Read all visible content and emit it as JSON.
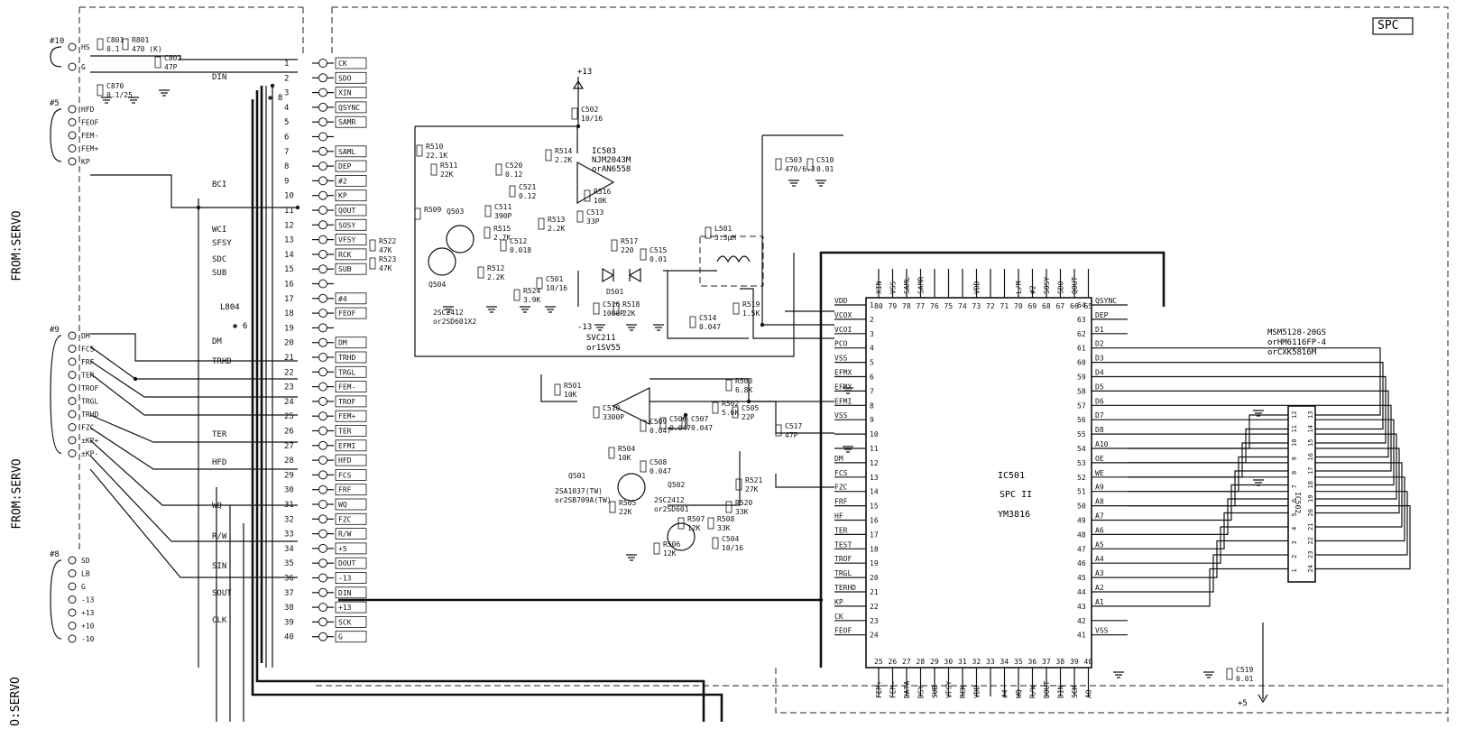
{
  "section_tag": "SPC",
  "side_labels": [
    "FROM:SERVO",
    "FROM:SERVO",
    "O:SERVO"
  ],
  "connector_groups": [
    {
      "id": "#10",
      "pins": [
        "HS",
        "G"
      ]
    },
    {
      "id": "#5",
      "pins": [
        "HFD",
        "FEOF",
        "FEM-",
        "FEM+",
        "KP"
      ]
    },
    {
      "id": "#9",
      "pins": [
        "DM",
        "FCS",
        "FRF",
        "TER",
        "TROF",
        "TRGL",
        "TRHD",
        "FZC",
        "±KP+",
        "±KP-"
      ]
    },
    {
      "id": "#8",
      "pins": [
        "SD",
        "LB",
        "G",
        "-13",
        "+13",
        "+10",
        "-10"
      ]
    }
  ],
  "cn_left_labels": [
    "DIN",
    "BCI",
    "WCI",
    "SFSY",
    "SDC",
    "SUB",
    "DM",
    "TRHD",
    "TER",
    "HFD",
    "WQ",
    "R/W",
    "SIN",
    "SOUT",
    "CLK"
  ],
  "l804": {
    "ref": "L804",
    "note": "✱ 6"
  },
  "mid_note": "✱ 8",
  "cn_pins": [
    {
      "n": "1",
      "name": "CK"
    },
    {
      "n": "2",
      "name": "SDO"
    },
    {
      "n": "3",
      "name": "XIN"
    },
    {
      "n": "4",
      "name": "QSYNC"
    },
    {
      "n": "5",
      "name": "SAMR"
    },
    {
      "n": "6",
      "name": ""
    },
    {
      "n": "7",
      "name": "SAML"
    },
    {
      "n": "8",
      "name": "DEP"
    },
    {
      "n": "9",
      "name": "#2"
    },
    {
      "n": "10",
      "name": "KP"
    },
    {
      "n": "11",
      "name": "QOUT"
    },
    {
      "n": "12",
      "name": "SOSY"
    },
    {
      "n": "13",
      "name": "VFSY"
    },
    {
      "n": "14",
      "name": "RCK"
    },
    {
      "n": "15",
      "name": "SUB"
    },
    {
      "n": "16",
      "name": ""
    },
    {
      "n": "17",
      "name": "#4"
    },
    {
      "n": "18",
      "name": "FEOF"
    },
    {
      "n": "19",
      "name": ""
    },
    {
      "n": "20",
      "name": "DM"
    },
    {
      "n": "21",
      "name": "TRHD"
    },
    {
      "n": "22",
      "name": "TRGL"
    },
    {
      "n": "23",
      "name": "FEM-"
    },
    {
      "n": "24",
      "name": "TROF"
    },
    {
      "n": "25",
      "name": "FEM+"
    },
    {
      "n": "26",
      "name": "TER"
    },
    {
      "n": "27",
      "name": "EFMI"
    },
    {
      "n": "28",
      "name": "HFD"
    },
    {
      "n": "29",
      "name": "FCS"
    },
    {
      "n": "30",
      "name": "FRF"
    },
    {
      "n": "31",
      "name": "WQ"
    },
    {
      "n": "32",
      "name": "FZC"
    },
    {
      "n": "33",
      "name": "R/W"
    },
    {
      "n": "34",
      "name": "+5"
    },
    {
      "n": "35",
      "name": "DOUT"
    },
    {
      "n": "36",
      "name": "-13"
    },
    {
      "n": "37",
      "name": "DIN"
    },
    {
      "n": "38",
      "name": "+13"
    },
    {
      "n": "39",
      "name": "SCK"
    },
    {
      "n": "40",
      "name": "G"
    }
  ],
  "components": [
    {
      "ref": "C801",
      "value": "0.1"
    },
    {
      "ref": "R801",
      "value": "470 (K)"
    },
    {
      "ref": "C802",
      "value": "47P"
    },
    {
      "ref": "C870",
      "value": "0.1/25"
    },
    {
      "ref": "R510",
      "value": "22.1K"
    },
    {
      "ref": "R511",
      "value": "22K"
    },
    {
      "ref": "R509",
      "value": ""
    },
    {
      "ref": "C520",
      "value": "0.12"
    },
    {
      "ref": "C511",
      "value": "390P"
    },
    {
      "ref": "C521",
      "value": "0.12"
    },
    {
      "ref": "R514",
      "value": "2.2K"
    },
    {
      "ref": "R515",
      "value": "2.7K"
    },
    {
      "ref": "R513",
      "value": "2.2K"
    },
    {
      "ref": "R516",
      "value": "10K"
    },
    {
      "ref": "C513",
      "value": "33P"
    },
    {
      "ref": "C502",
      "value": "10/16"
    },
    {
      "ref": "R522",
      "value": "47K"
    },
    {
      "ref": "R523",
      "value": "47K"
    },
    {
      "ref": "R512",
      "value": "2.2K"
    },
    {
      "ref": "C512",
      "value": "0.018"
    },
    {
      "ref": "R524",
      "value": "3.9K"
    },
    {
      "ref": "C501",
      "value": "10/16"
    },
    {
      "ref": "R517",
      "value": "220"
    },
    {
      "ref": "C515",
      "value": "0.01"
    },
    {
      "ref": "C516",
      "value": "1000P"
    },
    {
      "ref": "R518",
      "value": "22K"
    },
    {
      "ref": "L501",
      "value": "3.3µH"
    },
    {
      "ref": "C514",
      "value": "0.047"
    },
    {
      "ref": "R519",
      "value": "1.5K"
    },
    {
      "ref": "C503",
      "value": "470/6.3"
    },
    {
      "ref": "C510",
      "value": "0.01"
    },
    {
      "ref": "R501",
      "value": "10K"
    },
    {
      "ref": "C510",
      "value": "3300P"
    },
    {
      "ref": "C509",
      "value": "0.047"
    },
    {
      "ref": "R504",
      "value": "10K"
    },
    {
      "ref": "C508",
      "value": "0.047"
    },
    {
      "ref": "C506",
      "value": "0.047"
    },
    {
      "ref": "C507",
      "value": "0.047"
    },
    {
      "ref": "R503",
      "value": "6.8K"
    },
    {
      "ref": "R502",
      "value": "5.6K"
    },
    {
      "ref": "C505",
      "value": "22P"
    },
    {
      "ref": "C517",
      "value": "47P"
    },
    {
      "ref": "R521",
      "value": "27K"
    },
    {
      "ref": "R520",
      "value": "33K"
    },
    {
      "ref": "R505",
      "value": "22K"
    },
    {
      "ref": "R507",
      "value": "12K"
    },
    {
      "ref": "R508",
      "value": "33K"
    },
    {
      "ref": "R506",
      "value": "12K"
    },
    {
      "ref": "C504",
      "value": "10/16"
    },
    {
      "ref": "C519",
      "value": "0.01"
    }
  ],
  "transistors": [
    {
      "ref": "Q503",
      "type": "2SC2412",
      "alt": "or2SD601X2"
    },
    {
      "ref": "Q504",
      "type": "",
      "alt": ""
    },
    {
      "ref": "Q501",
      "type": "2SA1037(TW)",
      "alt": "or2SB709A(TW)"
    },
    {
      "ref": "Q502",
      "type": "2SC2412",
      "alt": "or2SD601"
    }
  ],
  "diode": {
    "ref": "D501",
    "type": "SVC211",
    "alt": "or1SV55"
  },
  "ic503": {
    "ref": "IC503",
    "type": "NJM2043M",
    "alt": "orAN6558"
  },
  "rails": {
    "pos": "+13",
    "neg": "-13",
    "vdd": "+5"
  },
  "ic501": {
    "ref": "IC501",
    "name": "SPC II",
    "part": "YM3816",
    "left": [
      [
        "VDD",
        "1"
      ],
      [
        "VCOX",
        "2"
      ],
      [
        "VCOI",
        "3"
      ],
      [
        "PCO",
        "4"
      ],
      [
        "VSS",
        "5"
      ],
      [
        "EFMX",
        "6"
      ],
      [
        "EFMX",
        "7"
      ],
      [
        "EFMI",
        "8"
      ],
      [
        "VSS",
        "9"
      ],
      [
        "",
        "10"
      ],
      [
        "",
        "11"
      ],
      [
        "DM",
        "12"
      ],
      [
        "FCS",
        "13"
      ],
      [
        "FZC",
        "14"
      ],
      [
        "FRF",
        "15"
      ],
      [
        "HF",
        "16"
      ],
      [
        "TER",
        "17"
      ],
      [
        "TEST",
        "18"
      ],
      [
        "TROF",
        "19"
      ],
      [
        "TRGL",
        "20"
      ],
      [
        "TERHD",
        "21"
      ],
      [
        "KP",
        "22"
      ],
      [
        "CK",
        "23"
      ],
      [
        "FEOF",
        "24"
      ]
    ],
    "right": [
      [
        "QSYNC",
        "64"
      ],
      [
        "DEP",
        "63"
      ],
      [
        "D1",
        "62"
      ],
      [
        "D2",
        "61"
      ],
      [
        "D3",
        "60"
      ],
      [
        "D4",
        "59"
      ],
      [
        "D5",
        "58"
      ],
      [
        "D6",
        "57"
      ],
      [
        "D7",
        "56"
      ],
      [
        "D8",
        "55"
      ],
      [
        "A10",
        "54"
      ],
      [
        "OE",
        "53"
      ],
      [
        "WE",
        "52"
      ],
      [
        "A9",
        "51"
      ],
      [
        "A8",
        "50"
      ],
      [
        "A7",
        "49"
      ],
      [
        "A6",
        "48"
      ],
      [
        "A5",
        "47"
      ],
      [
        "A4",
        "46"
      ],
      [
        "A3",
        "45"
      ],
      [
        "A2",
        "44"
      ],
      [
        "A1",
        "43"
      ],
      [
        "",
        "42"
      ],
      [
        "VSS",
        "41"
      ]
    ],
    "top": [
      [
        "80",
        "XIN"
      ],
      [
        "79",
        "VSS"
      ],
      [
        "78",
        "SAML"
      ],
      [
        "77",
        "SAMR"
      ],
      [
        "76",
        ""
      ],
      [
        "75",
        ""
      ],
      [
        "74",
        ""
      ],
      [
        "73",
        "VDD"
      ],
      [
        "72",
        ""
      ],
      [
        "71",
        ""
      ],
      [
        "70",
        "L/M"
      ],
      [
        "69",
        "#2"
      ],
      [
        "68",
        "SOSY"
      ],
      [
        "67",
        "SDO"
      ],
      [
        "66",
        "QOUT"
      ],
      [
        "65",
        ""
      ]
    ],
    "bottom": [
      [
        "25",
        "FEM+"
      ],
      [
        "26",
        "FEM-"
      ],
      [
        "27",
        "DATA"
      ],
      [
        "28",
        "DSY"
      ],
      [
        "29",
        "SUB"
      ],
      [
        "30",
        "VFSY"
      ],
      [
        "31",
        "RCK"
      ],
      [
        "32",
        "VDD"
      ],
      [
        "33",
        ""
      ],
      [
        "34",
        "#4"
      ],
      [
        "35",
        "WQ"
      ],
      [
        "36",
        "R/W"
      ],
      [
        "37",
        "DOUT"
      ],
      [
        "38",
        "DIN"
      ],
      [
        "39",
        "SCK"
      ],
      [
        "40",
        "AO"
      ]
    ]
  },
  "ic502": {
    "ref": "IC502",
    "type": "MSM5128-20GS",
    "alt1": "orHM6116FP-4",
    "alt2": "orCXK5816M",
    "pins": [
      "12",
      "13",
      "11",
      "14",
      "10",
      "15",
      "9",
      "16",
      "8",
      "17",
      "7",
      "18",
      "6",
      "19",
      "5",
      "20",
      "4",
      "21",
      "3",
      "22",
      "2",
      "23",
      "1",
      "24"
    ]
  }
}
